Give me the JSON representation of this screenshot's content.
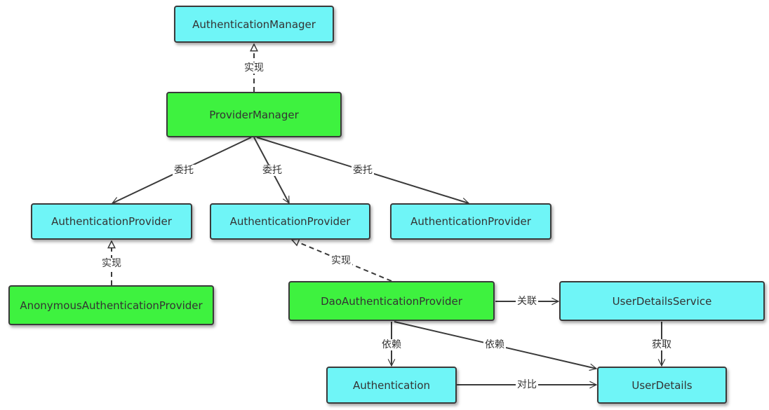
{
  "nodes": {
    "authentication_manager": "AuthenticationManager",
    "provider_manager": "ProviderManager",
    "authentication_provider_1": "AuthenticationProvider",
    "authentication_provider_2": "AuthenticationProvider",
    "authentication_provider_3": "AuthenticationProvider",
    "anonymous_authentication_provider": "AnonymousAuthenticationProvider",
    "dao_authentication_provider": "DaoAuthenticationProvider",
    "user_details_service": "UserDetailsService",
    "authentication": "Authentication",
    "user_details": "UserDetails"
  },
  "edge_labels": {
    "implements_top": "实现",
    "delegate_1": "委托",
    "delegate_2": "委托",
    "delegate_3": "委托",
    "implements_anonymous": "实现",
    "implements_dao": "实现",
    "associates": "关联",
    "depends_1": "依赖",
    "depends_2": "依赖",
    "obtains": "获取",
    "compares": "对比"
  },
  "colors": {
    "cyan_box": "#6ff5f7",
    "green_box": "#3ef23f",
    "line": "#3a3a3a"
  }
}
